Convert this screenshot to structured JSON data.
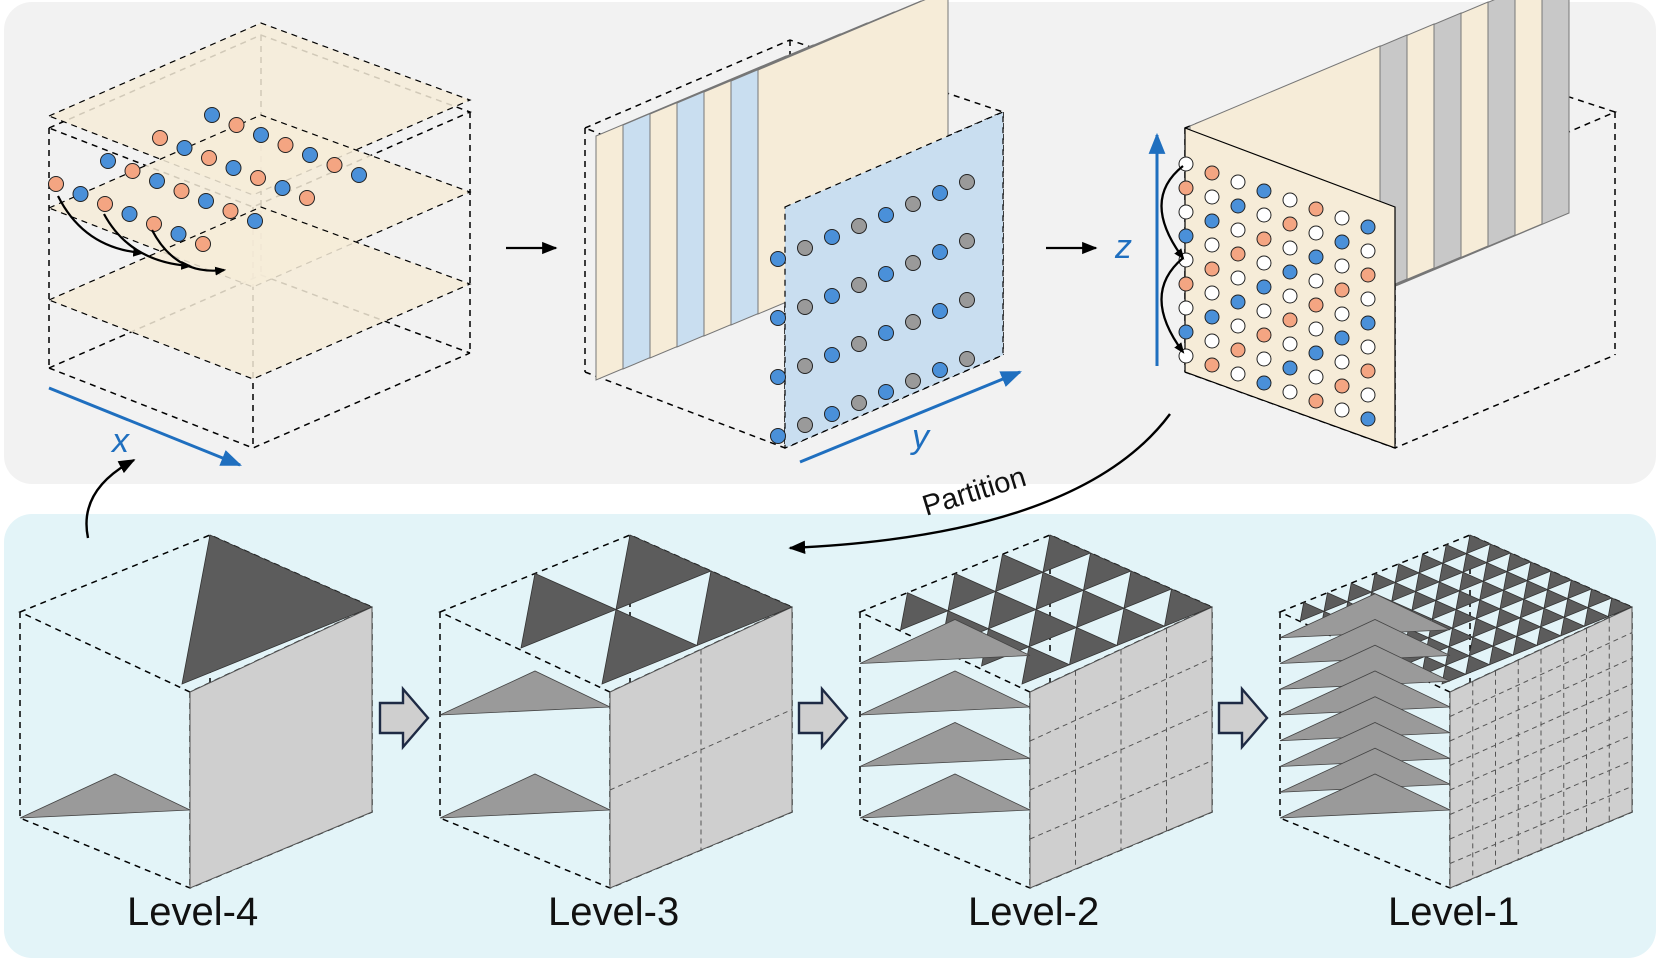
{
  "figure": {
    "axes": {
      "x": "x",
      "y": "y",
      "z": "z"
    },
    "partition_label": "Partition",
    "levels": [
      {
        "label": "Level-4",
        "grid": 1
      },
      {
        "label": "Level-3",
        "grid": 2
      },
      {
        "label": "Level-2",
        "grid": 4
      },
      {
        "label": "Level-1",
        "grid": 8
      }
    ]
  },
  "colors": {
    "top_panel_bg": "#f2f2f2",
    "bottom_panel_bg": "#e3f4f8",
    "axis_blue": "#1f6fbf",
    "node_orange": "#f4a582",
    "node_blue": "#4a90d9",
    "node_gray": "#9a9a9a",
    "node_white": "#ffffff",
    "plane_cream": "#f6ecd8",
    "plane_blue": "#c9def0",
    "plane_gray": "#c8c8c8",
    "cube_light": "#cfcfcf",
    "cube_mid": "#9a9a9a",
    "cube_dark": "#5c5c5c"
  }
}
